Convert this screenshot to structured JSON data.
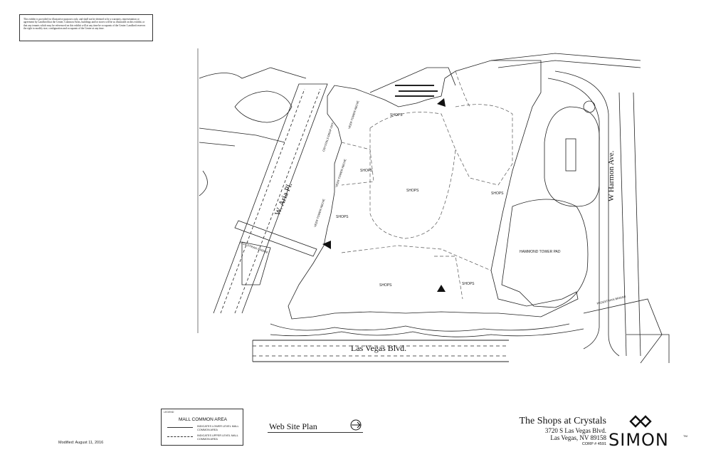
{
  "disclaimer": {
    "text": "This exhibit is provided for illustrative purposes only, and shall not be deemed to be a warranty, representation or agreement by Landlord that the Center, Common Areas, buildings and/or stores will be as illustrated on this exhibit, or that any tenants which may be referenced on this exhibit will at any time be occupants of the Center.  Landlord reserves the right to modify size, configuration and occupants of the Center at any time."
  },
  "roads": {
    "aria": "W. Aria Pl.",
    "harmon": "W Harmon Ave.",
    "las_vegas": "Las Vegas Blvd."
  },
  "plan_labels": {
    "shops_1": "SHOPS",
    "shops_2": "SHOPS",
    "shops_3": "SHOPS",
    "shops_4": "SHOPS",
    "shops_5": "SHOPS",
    "shops_6": "SHOPS",
    "shops_7": "SHOPS",
    "hammond": "HAMMOND TOWER PAD",
    "pedestrian_bridge": "PEDESTRIAN BRIDGE",
    "pedestrian_bridge_2": "PEDESTRIAN BRIDGE",
    "tower_above_1": "VEER TOWER ABOVE",
    "tower_above_2": "VEER TOWER ABOVE",
    "tower_above_3": "VEER TOWER ABOVE",
    "drop_off": "CRYSTALS DROP-OFF"
  },
  "legend": {
    "small_label": "LEGEND",
    "title": "MALL COMMON AREA",
    "solid_label": "INDICATES LOWER LEVEL MALL COMMON AREA",
    "dashed_label": "INDICATES UPPER LEVEL MALL COMMON AREA"
  },
  "modified": "Modified: August 11, 2016",
  "web_site_plan": "Web Site Plan",
  "title_block": {
    "name": "The Shops at Crystals",
    "address_line1": "3720 S Las Vegas Blvd.",
    "address_line2": "Las Vegas, NV 89158",
    "corp": "CORP #  4591"
  },
  "brand": {
    "name": "SIMON",
    "tm": "TM"
  }
}
